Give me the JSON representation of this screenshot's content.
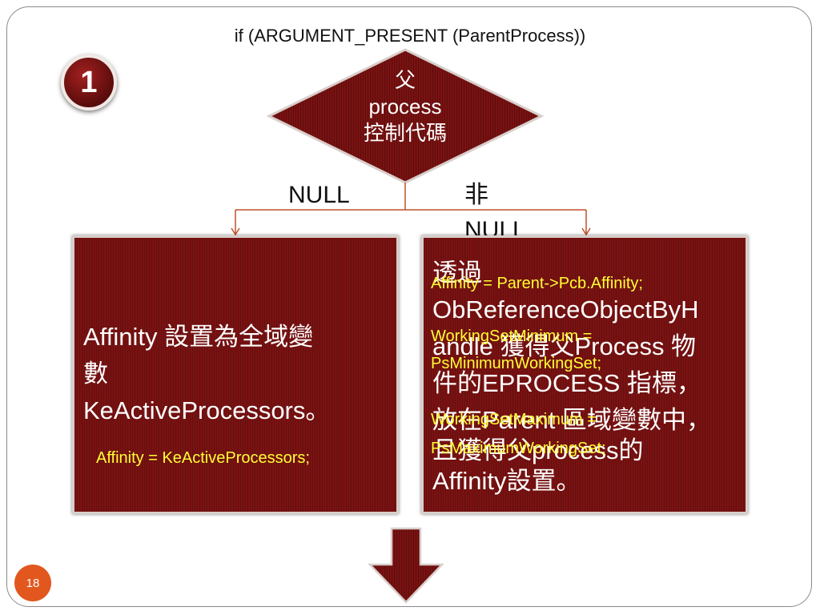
{
  "slide": {
    "title": "if (ARGUMENT_PRESENT (ParentProcess))",
    "step_badge": "1",
    "page_number": "18"
  },
  "decision": {
    "line1": "父",
    "line2": "process",
    "line3": "控制代碼"
  },
  "branches": {
    "left_label": "NULL",
    "right_label_line1": "非",
    "right_label_line2": "NULL"
  },
  "left_box": {
    "line1": "Affinity 設置為全域變",
    "line2": "數",
    "line3": "KeActiveProcessors。",
    "code": "Affinity = KeActiveProcessors;"
  },
  "right_box": {
    "lines": [
      "透過",
      "ObReferenceObjectByH",
      "andle 獲得父Process 物",
      "件的EPROCESS 指標，",
      "放在Parent 區域變數中，",
      "且獲得父process的",
      "Affinity設置。"
    ],
    "code_lines": [
      "Affinity = Parent->Pcb.Affinity;",
      "WorkingSetMinimum =",
      "PsMinimumWorkingSet;",
      "WorkingSetMaximum =",
      "PsMaximumWorkingSet;"
    ]
  },
  "colors": {
    "box_fill": "#7a1212",
    "connector": "#c0502a",
    "code_text": "#ffff33",
    "page_badge": "#e2571d"
  }
}
